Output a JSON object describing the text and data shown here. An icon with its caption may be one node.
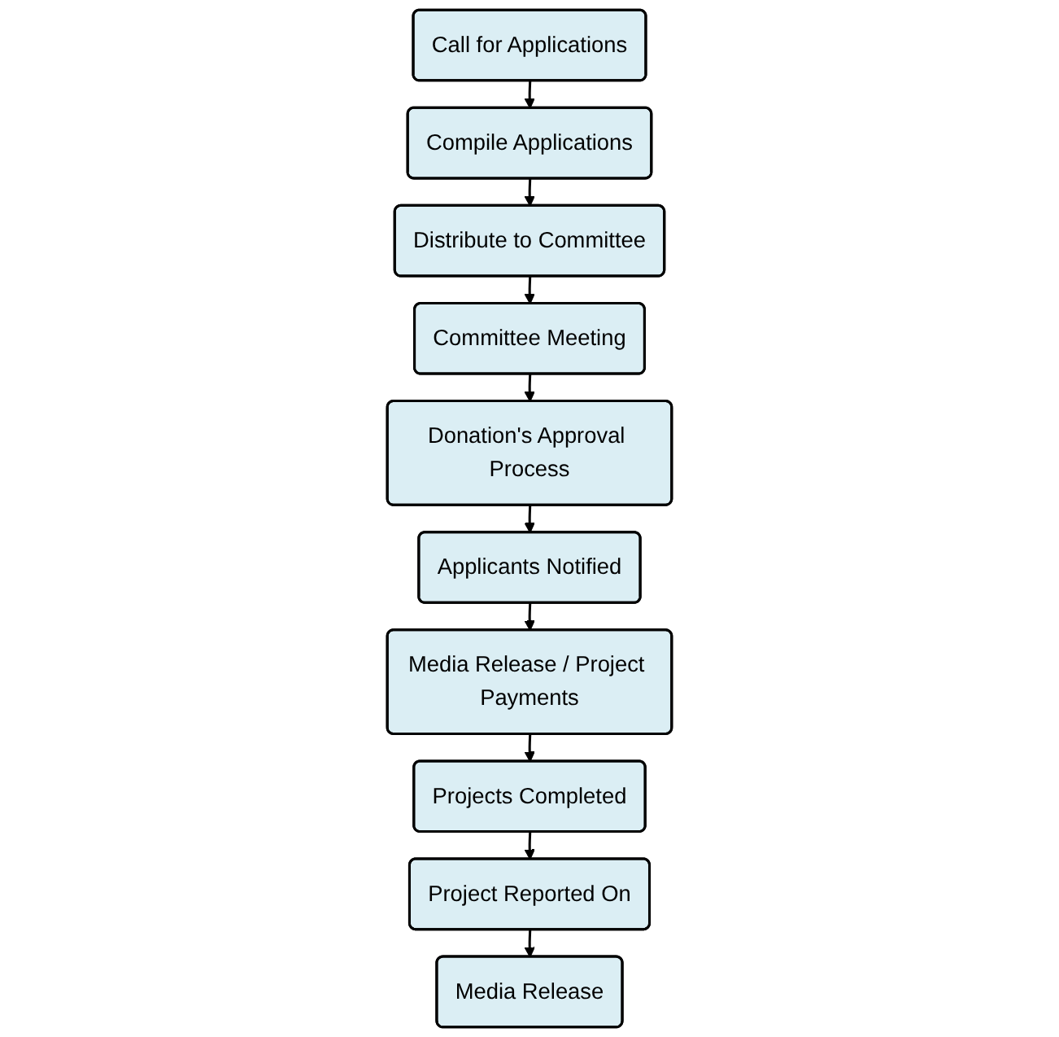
{
  "diagram": {
    "nodes": [
      {
        "text": [
          "Call for Applications"
        ]
      },
      {
        "text": [
          "Compile Applications"
        ]
      },
      {
        "text": [
          "Committee Meeting"
        ]
      },
      {
        "text": [
          "Distribute to Committee"
        ]
      },
      {
        "text": [
          "Donation's Approval Process"
        ]
      },
      {
        "text": [
          "Applicants Notified"
        ]
      },
      {
        "text": [
          "Projects Completed"
        ]
      },
      {
        "text": [
          "Media Release / Project Payments"
        ]
      },
      {
        "text": [
          "Project Reported On"
        ]
      },
      {
        "text": [
          "Media Release"
        ]
      }
    ],
    "edges": [
      {
        "from": 0,
        "to": 1,
        "arrow": "to"
      },
      {
        "from": 1,
        "to": 3,
        "arrow": "to"
      },
      {
        "from": 3,
        "to": 2,
        "arrow": "to"
      },
      {
        "from": 2,
        "to": 4,
        "arrow": "to"
      },
      {
        "from": 4,
        "to": 5,
        "arrow": "to"
      },
      {
        "from": 5,
        "to": 7,
        "arrow": "to"
      },
      {
        "from": 7,
        "to": 6,
        "arrow": "to"
      },
      {
        "from": 6,
        "to": 8,
        "arrow": "to"
      },
      {
        "from": 8,
        "to": 9,
        "arrow": "to"
      }
    ]
  }
}
